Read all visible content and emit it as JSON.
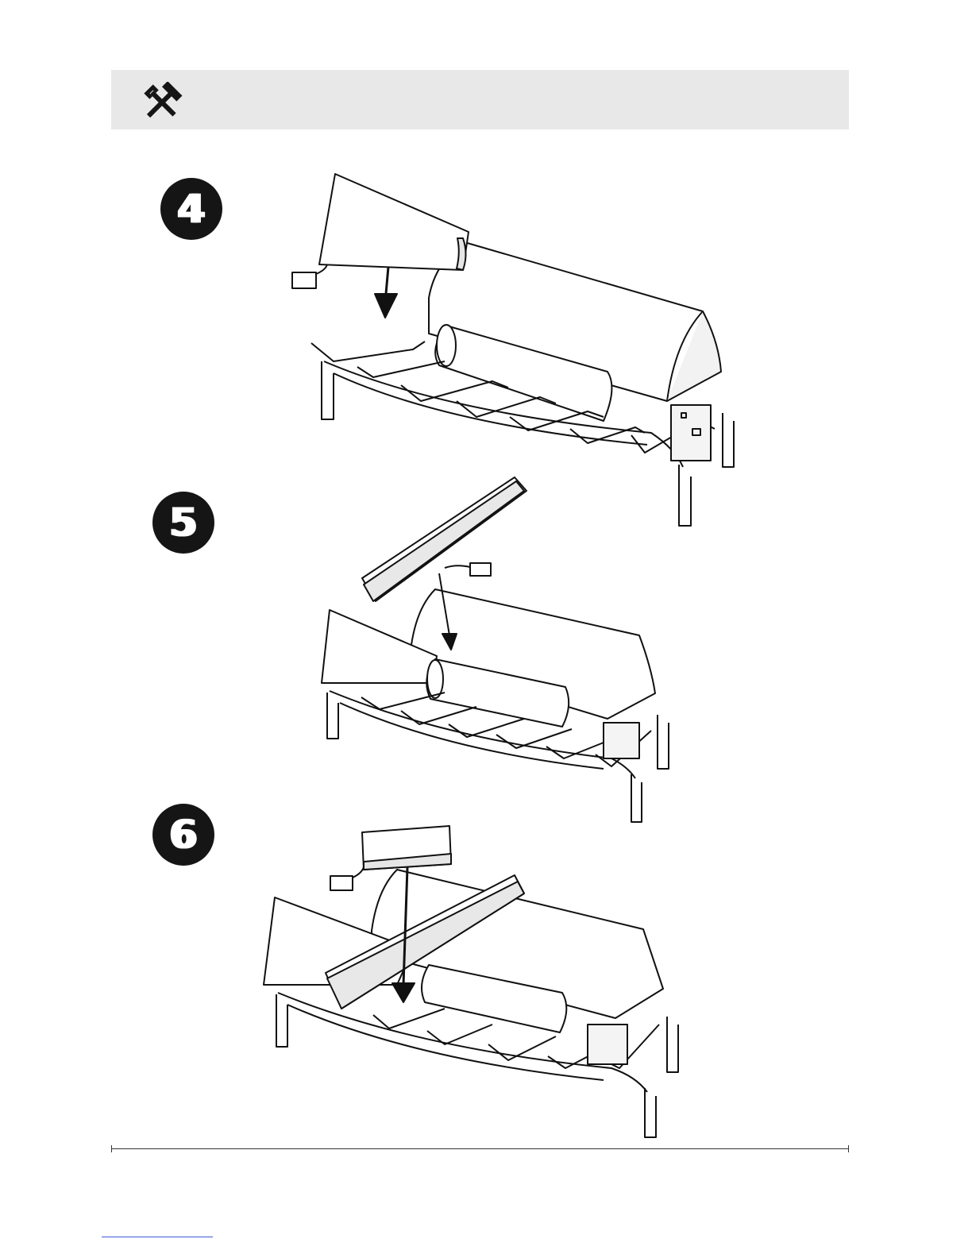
{
  "header": {
    "icon": "tools-icon"
  },
  "steps": [
    {
      "number": "4"
    },
    {
      "number": "5"
    },
    {
      "number": "6"
    }
  ],
  "colors": {
    "badge": "#151515",
    "header_bar": "#e8e8e8",
    "line": "#111111"
  }
}
